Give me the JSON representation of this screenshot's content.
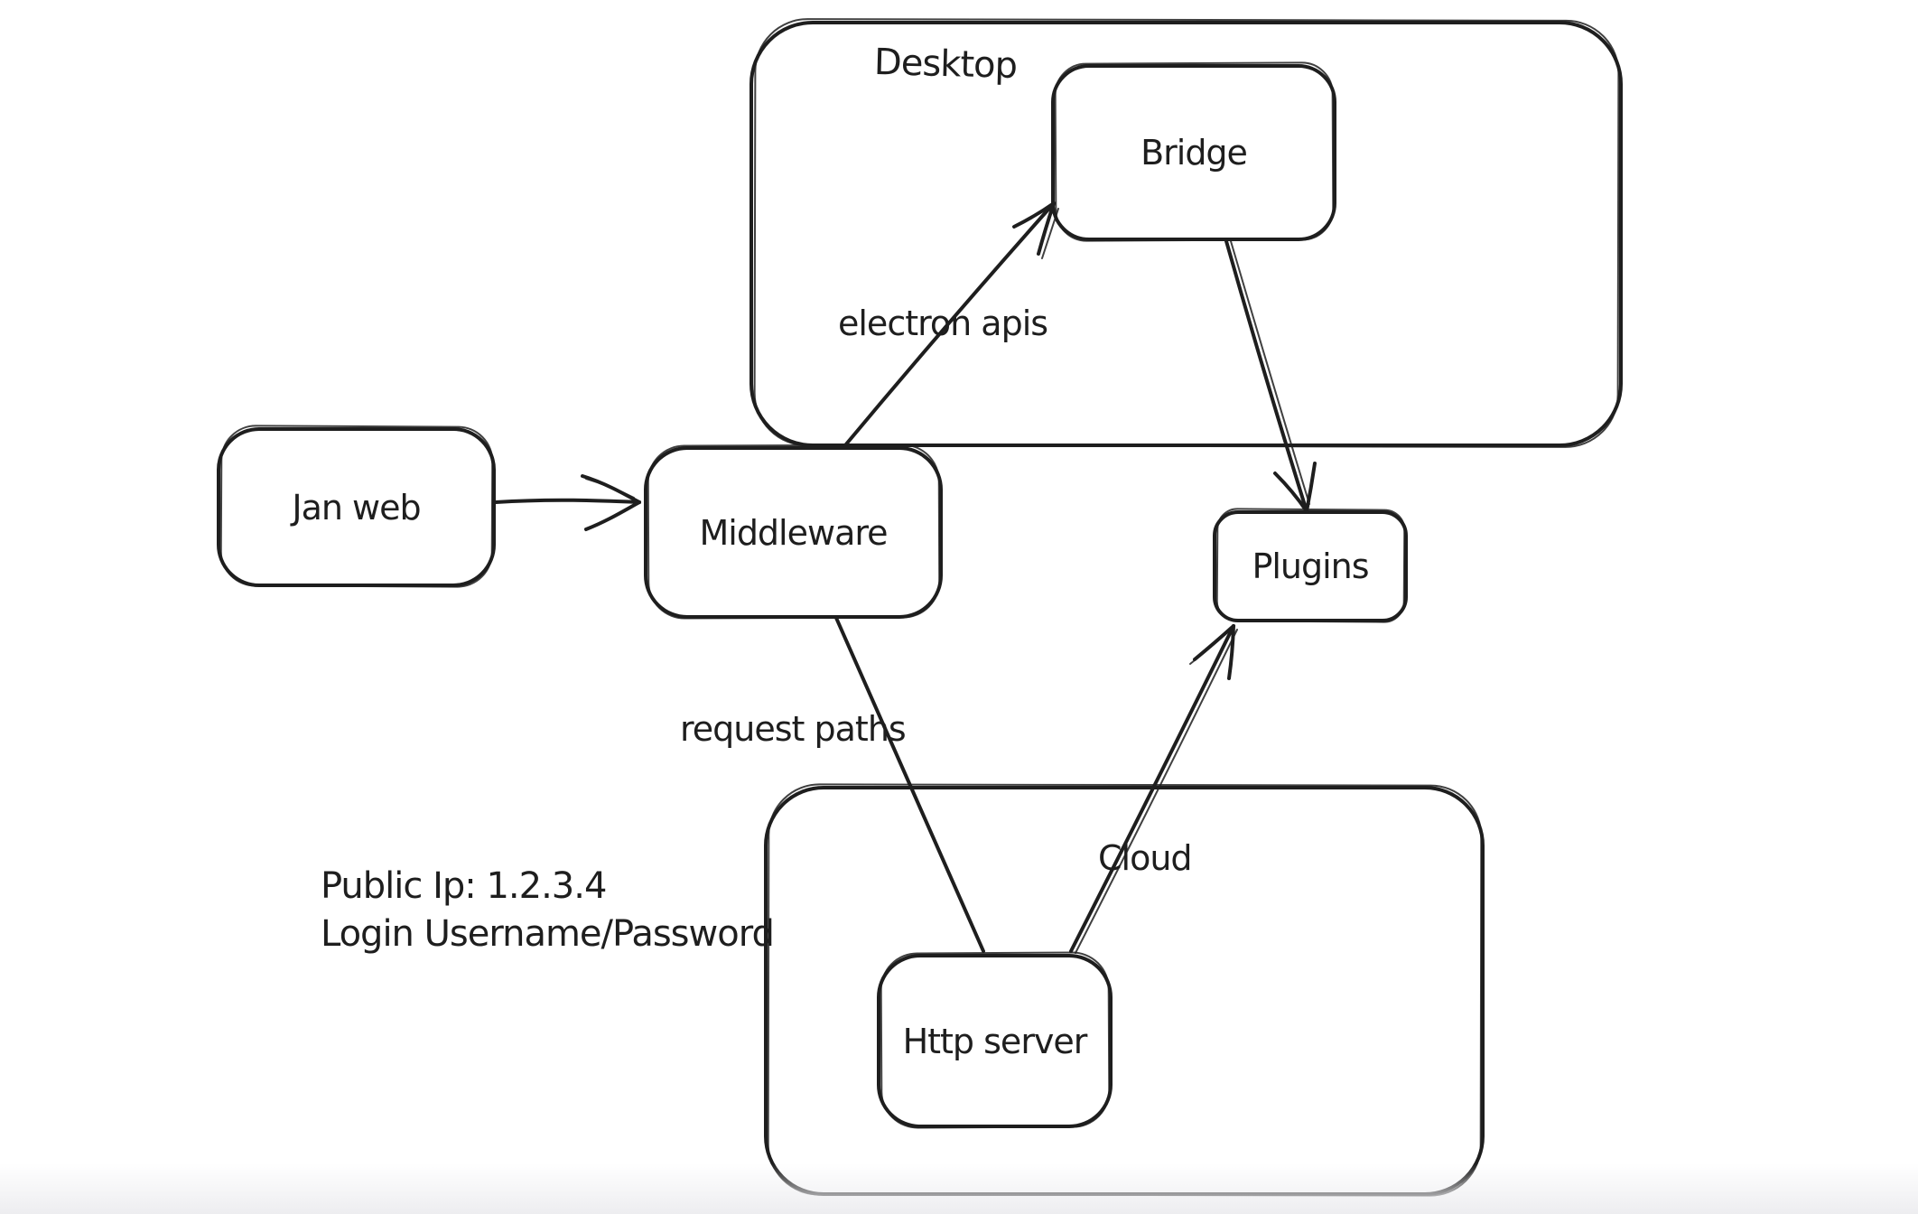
{
  "app": {
    "type": "hand-drawn architecture diagram",
    "background": "#ffffff",
    "stroke_color": "#1e1e1e"
  },
  "diagram": {
    "containers": {
      "desktop": {
        "label": "Desktop"
      },
      "cloud": {
        "label": "Cloud"
      }
    },
    "nodes": {
      "jan_web": {
        "label": "Jan web"
      },
      "middleware": {
        "label": "Middleware"
      },
      "bridge": {
        "label": "Bridge",
        "inside": "Desktop"
      },
      "plugins": {
        "label": "Plugins"
      },
      "http_server": {
        "label": "Http server",
        "inside": "Cloud"
      }
    },
    "edges": [
      {
        "from": "jan_web",
        "to": "middleware",
        "label": "",
        "arrowhead": "arrow"
      },
      {
        "from": "middleware",
        "to": "bridge",
        "label": "electron apis",
        "arrowhead": "arrow"
      },
      {
        "from": "bridge",
        "to": "plugins",
        "label": "",
        "arrowhead": "arrow"
      },
      {
        "from": "middleware",
        "to": "http_server",
        "label": "request paths",
        "arrowhead": "none"
      },
      {
        "from": "http_server",
        "to": "plugins",
        "label": "",
        "arrowhead": "arrow"
      }
    ],
    "annotations": {
      "public_ip": "Public Ip: 1.2.3.4",
      "login": "Login Username/Password"
    }
  }
}
